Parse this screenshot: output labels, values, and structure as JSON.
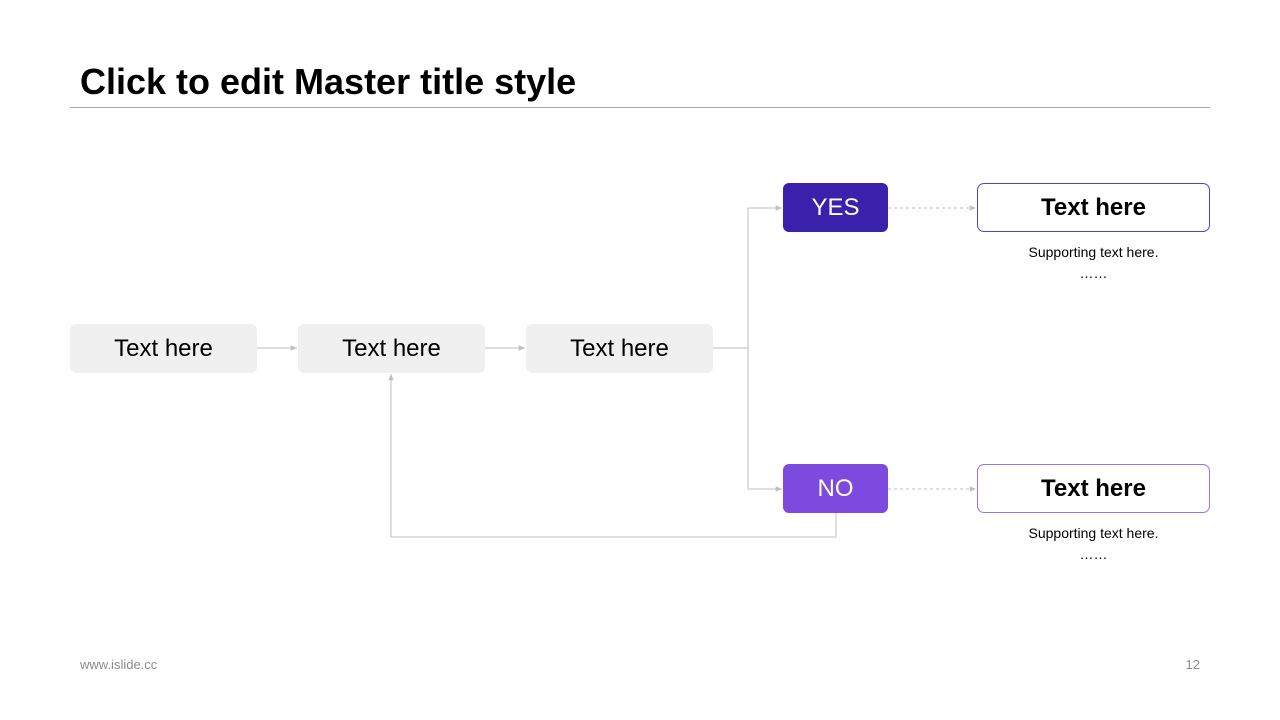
{
  "slide": {
    "title": "Click to edit Master title style",
    "footer_url": "www.islide.cc",
    "page_number": "12"
  },
  "flow": {
    "steps": [
      {
        "label": "Text here"
      },
      {
        "label": "Text here"
      },
      {
        "label": "Text here"
      }
    ],
    "decisions": {
      "yes": {
        "label": "YES",
        "color": "#3a21ab"
      },
      "no": {
        "label": "NO",
        "color": "#7c4ade"
      }
    },
    "results": {
      "yes": {
        "title": "Text here",
        "support": "Supporting text here.",
        "ellipsis": "……",
        "border_color": "#5b3fc4"
      },
      "no": {
        "title": "Text here",
        "support": "Supporting text here.",
        "ellipsis": "……",
        "border_color": "#9b72e6"
      }
    }
  },
  "colors": {
    "step_fill": "#f0f0f0",
    "connector": "#bfbfbf"
  }
}
